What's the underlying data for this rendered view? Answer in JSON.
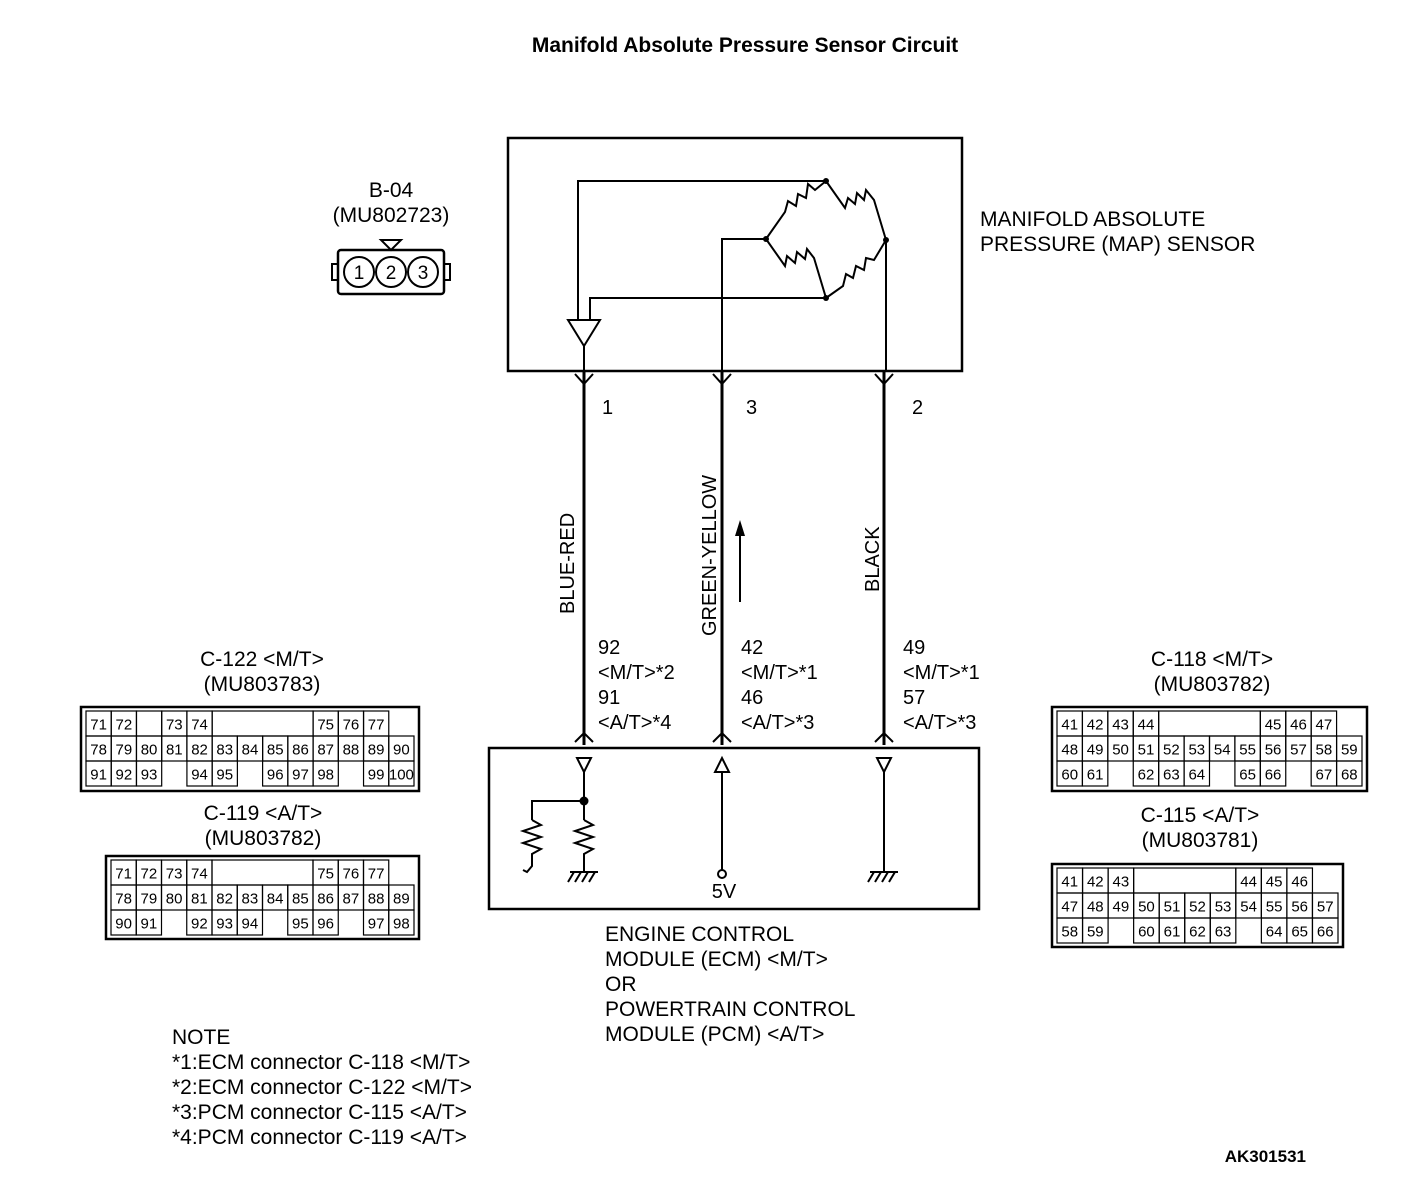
{
  "title": "Manifold Absolute Pressure Sensor Circuit",
  "sensor": {
    "connector_id": "B-04",
    "connector_part": "(MU802723)",
    "pins": [
      "1",
      "2",
      "3"
    ],
    "label_line1": "MANIFOLD ABSOLUTE",
    "label_line2": "PRESSURE (MAP) SENSOR"
  },
  "wires": [
    {
      "pin": "1",
      "color": "BLUE-RED",
      "terms": [
        "92",
        "<M/T>*2",
        "91",
        "<A/T>*4"
      ]
    },
    {
      "pin": "3",
      "color": "GREEN-YELLOW",
      "terms": [
        "42",
        "<M/T>*1",
        "46",
        "<A/T>*3"
      ]
    },
    {
      "pin": "2",
      "color": "BLACK",
      "terms": [
        "49",
        "<M/T>*1",
        "57",
        "<A/T>*3"
      ]
    }
  ],
  "module": {
    "supply": "5V",
    "label_lines": [
      "ENGINE CONTROL",
      "MODULE (ECM) <M/T>",
      "OR",
      "POWERTRAIN CONTROL",
      "MODULE (PCM) <A/T>"
    ]
  },
  "connectors": {
    "c122": {
      "name": "C-122 <M/T>",
      "part": "(MU803783)",
      "rows": [
        [
          "71",
          "72",
          "",
          "73",
          "74",
          "",
          "",
          "",
          "",
          "75",
          "76",
          "77"
        ],
        [
          "78",
          "79",
          "80",
          "81",
          "82",
          "83",
          "84",
          "85",
          "86",
          "87",
          "88",
          "89",
          "90"
        ],
        [
          "91",
          "92",
          "93",
          "",
          "94",
          "95",
          "",
          "96",
          "97",
          "98",
          "",
          "99",
          "100"
        ]
      ]
    },
    "c119": {
      "name": "C-119 <A/T>",
      "part": "(MU803782)",
      "rows": [
        [
          "71",
          "72",
          "73",
          "74",
          "",
          "",
          "",
          "",
          "75",
          "76",
          "77"
        ],
        [
          "78",
          "79",
          "80",
          "81",
          "82",
          "83",
          "84",
          "85",
          "86",
          "87",
          "88",
          "89"
        ],
        [
          "90",
          "91",
          "",
          "92",
          "93",
          "94",
          "",
          "95",
          "96",
          "",
          "97",
          "98"
        ]
      ]
    },
    "c118": {
      "name": "C-118 <M/T>",
      "part": "(MU803782)",
      "rows": [
        [
          "41",
          "42",
          "43",
          "44",
          "",
          "",
          "",
          "",
          "45",
          "46",
          "47"
        ],
        [
          "48",
          "49",
          "50",
          "51",
          "52",
          "53",
          "54",
          "55",
          "56",
          "57",
          "58",
          "59"
        ],
        [
          "60",
          "61",
          "",
          "62",
          "63",
          "64",
          "",
          "65",
          "66",
          "",
          "67",
          "68"
        ]
      ]
    },
    "c115": {
      "name": "C-115 <A/T>",
      "part": "(MU803781)",
      "rows": [
        [
          "41",
          "42",
          "43",
          "",
          "",
          "",
          "",
          "44",
          "45",
          "46"
        ],
        [
          "47",
          "48",
          "49",
          "50",
          "51",
          "52",
          "53",
          "54",
          "55",
          "56",
          "57"
        ],
        [
          "58",
          "59",
          "",
          "60",
          "61",
          "62",
          "63",
          "",
          "64",
          "65",
          "66"
        ]
      ]
    }
  },
  "notes": [
    "NOTE",
    "*1:ECM connector C-118 <M/T>",
    "*2:ECM connector C-122 <M/T>",
    "*3:PCM connector C-115 <A/T>",
    "*4:PCM connector C-119 <A/T>"
  ],
  "figure_code": "AK301531"
}
